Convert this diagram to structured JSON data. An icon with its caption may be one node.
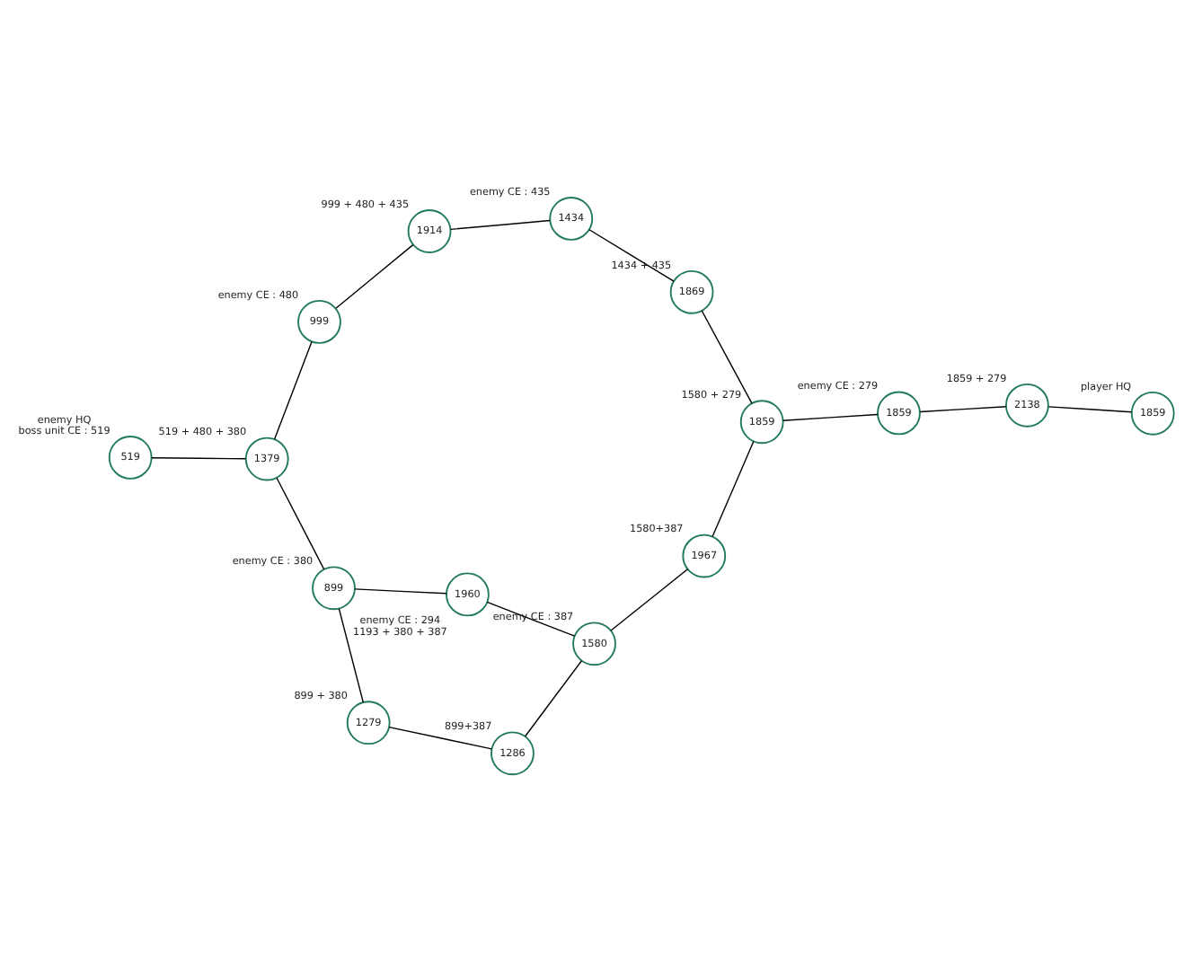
{
  "diagram": {
    "nodes": [
      {
        "text": [
          "1279"
        ],
        "beside": [
          "899 + 380"
        ]
      },
      {
        "text": [
          "1286"
        ],
        "beside": [
          "899+387"
        ]
      },
      {
        "text": [
          "1859"
        ],
        "beside": [
          "player HQ"
        ]
      },
      {
        "text": [
          "2138"
        ],
        "beside": [
          "1859 + 279"
        ]
      },
      {
        "text": [
          "1960"
        ],
        "beside": [
          "enemy CE : 294",
          "1193 + 380 + 387"
        ]
      },
      {
        "text": [
          "899"
        ],
        "beside": [
          "enemy CE : 380"
        ]
      },
      {
        "text": [
          "1859"
        ],
        "beside": [
          "enemy CE : 279"
        ]
      },
      {
        "text": [
          "1580"
        ],
        "beside": [
          "enemy CE : 387"
        ]
      },
      {
        "text": [
          "1967"
        ],
        "beside": [
          "1580+387"
        ]
      },
      {
        "text": [
          "1379"
        ],
        "beside": [
          "519 + 480 + 380"
        ]
      },
      {
        "text": [
          "999"
        ],
        "beside": [
          "enemy CE : 480"
        ]
      },
      {
        "text": [
          "1859"
        ],
        "beside": [
          "1580 + 279"
        ]
      },
      {
        "text": [
          "519"
        ],
        "beside": [
          "enemy HQ",
          "boss unit CE : 519"
        ]
      },
      {
        "text": [
          "1869"
        ],
        "beside": [
          "1434 + 435"
        ]
      },
      {
        "text": [
          "1914"
        ],
        "beside": [
          "999 + 480 + 435"
        ]
      },
      {
        "text": [
          "1434"
        ],
        "beside": [
          "enemy CE : 435"
        ]
      }
    ],
    "edges": [
      {
        "from": 2,
        "to": 3,
        "arrow": "none"
      },
      {
        "from": 3,
        "to": 6,
        "arrow": "none"
      },
      {
        "from": 6,
        "to": 11,
        "arrow": "none"
      },
      {
        "from": 11,
        "to": 8,
        "arrow": "none"
      },
      {
        "from": 11,
        "to": 13,
        "arrow": "none"
      },
      {
        "from": 13,
        "to": 15,
        "arrow": "none"
      },
      {
        "from": 15,
        "to": 14,
        "arrow": "none"
      },
      {
        "from": 14,
        "to": 10,
        "arrow": "none"
      },
      {
        "from": 10,
        "to": 9,
        "arrow": "none"
      },
      {
        "from": 9,
        "to": 12,
        "arrow": "none"
      },
      {
        "from": 9,
        "to": 5,
        "arrow": "none"
      },
      {
        "from": 5,
        "to": 4,
        "arrow": "none"
      },
      {
        "from": 5,
        "to": 0,
        "arrow": "none"
      },
      {
        "from": 0,
        "to": 1,
        "arrow": "none"
      },
      {
        "from": 1,
        "to": 7,
        "arrow": "none"
      },
      {
        "from": 7,
        "to": 4,
        "arrow": "none"
      },
      {
        "from": 7,
        "to": 8,
        "arrow": "none"
      }
    ]
  }
}
